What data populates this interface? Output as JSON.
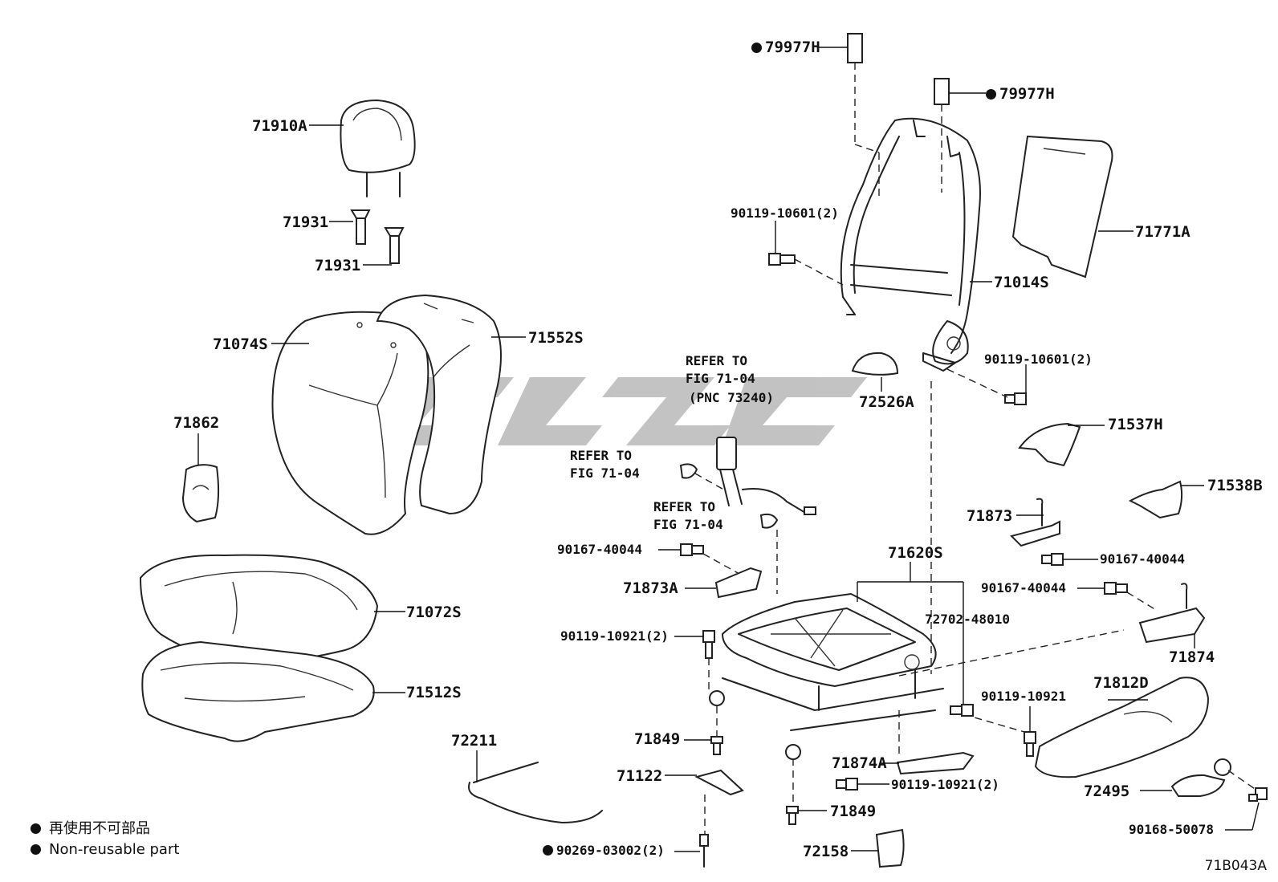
{
  "labels": {
    "p79977H_top": "79977H",
    "p79977H_right": "79977H",
    "p71910A": "71910A",
    "p71931_a": "71931",
    "p71931_b": "71931",
    "p90119_10601_a": "90119-10601(2)",
    "p71771A": "71771A",
    "p71014S": "71014S",
    "p71074S": "71074S",
    "p71552S": "71552S",
    "p90119_10601_b": "90119-10601(2)",
    "refer_1_line1": "REFER TO",
    "refer_1_line2": "FIG 71-04",
    "refer_1_line3": "(PNC 73240)",
    "p72526A": "72526A",
    "p71862": "71862",
    "p71537H": "71537H",
    "refer_2_line1": "REFER TO",
    "refer_2_line2": "FIG 71-04",
    "p71538B": "71538B",
    "refer_3_line1": "REFER TO",
    "refer_3_line2": "FIG 71-04",
    "p71873": "71873",
    "p90167_40044_a": "90167-40044",
    "p71620S": "71620S",
    "p90167_40044_b": "90167-40044",
    "p71873A": "71873A",
    "p90167_40044_c": "90167-40044",
    "p71072S": "71072S",
    "p72702_48010": "72702-48010",
    "p90119_10921_a": "90119-10921(2)",
    "p71874": "71874",
    "p71512S": "71512S",
    "p90119_10921_b": "90119-10921",
    "p71812D": "71812D",
    "p72211": "72211",
    "p71849_a": "71849",
    "p71874A": "71874A",
    "p71122": "71122",
    "p90119_10921_c": "90119-10921(2)",
    "p72495": "72495",
    "p71849_b": "71849",
    "p90168_50078": "90168-50078",
    "p90269_03002": "90269-03002(2)",
    "p72158": "72158"
  },
  "legend": {
    "jp": "再使用不可部品",
    "en": "Non-reusable part"
  },
  "figure_code": "71B043A"
}
